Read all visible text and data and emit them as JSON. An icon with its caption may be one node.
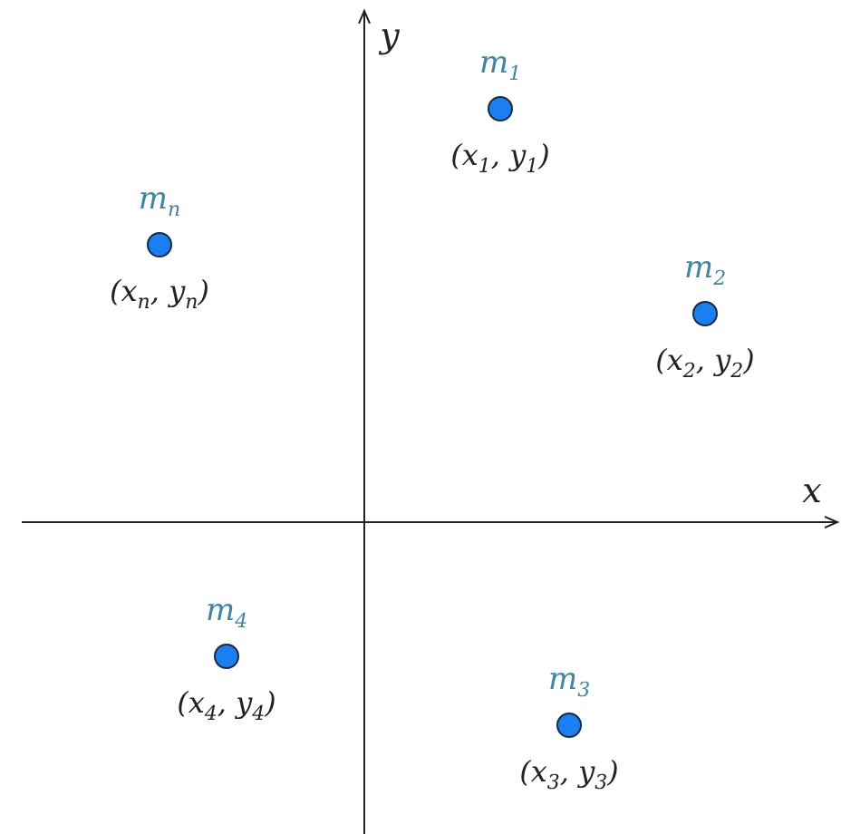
{
  "diagram": {
    "nodes": [
      {
        "text": [],
        "shape": "circle",
        "beside": [
          "m$_{1}$",
          "(x$_{1}$, y$_{1}$)"
        ]
      },
      {
        "text": [],
        "shape": "circle",
        "beside": [
          "m$_{n}$",
          "(x$_{n}$, y$_{n}$)"
        ]
      },
      {
        "text": [],
        "shape": "circle",
        "beside": [
          "m$_{2}$",
          "(x$_{2}$, y$_{2}$)"
        ]
      },
      {
        "text": [],
        "shape": "circle",
        "beside": [
          "m$_{4}$",
          "(x$_{4}$, y$_{4}$)"
        ]
      },
      {
        "text": [],
        "shape": "circle",
        "beside": [
          "m$_{3}$",
          "(x$_{3}$, y$_{3}$)"
        ]
      }
    ],
    "edges": [],
    "labels": [
      "y",
      "x"
    ]
  }
}
